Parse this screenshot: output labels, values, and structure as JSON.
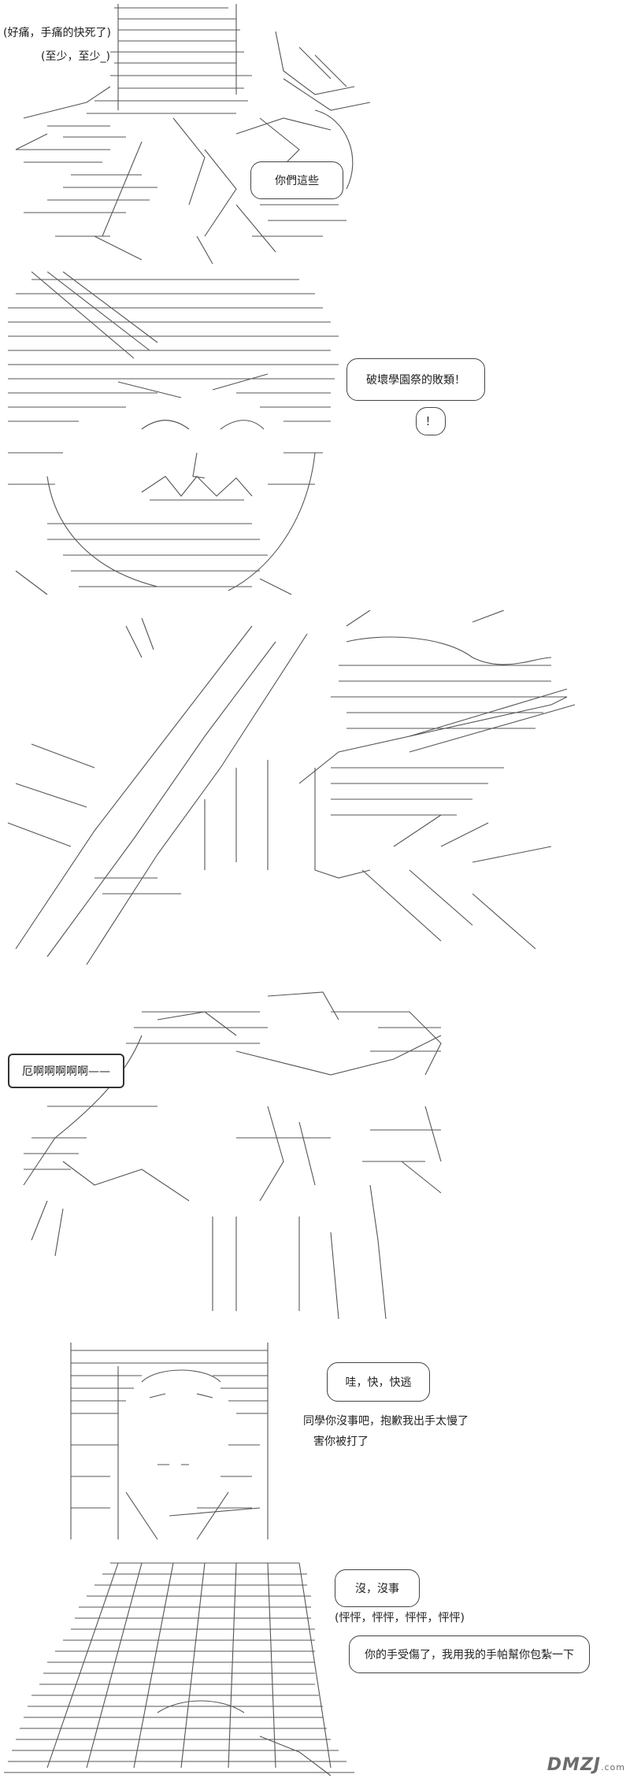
{
  "panels": [
    {
      "texts": {
        "thought1": "(好痛，手痛的快死了)",
        "thought2": "(至少，至少_)",
        "speech1": "你們這些"
      }
    },
    {
      "texts": {
        "speech1": "破壞學園祭的敗類！",
        "speech2": "！"
      }
    },
    {
      "texts": {}
    },
    {
      "texts": {
        "speech1": "厄啊啊啊啊啊——"
      }
    },
    {
      "texts": {
        "speech1": "哇，快，快逃",
        "line1": "同學你沒事吧，抱歉我出手太慢了",
        "line2": "害你被打了"
      }
    },
    {
      "texts": {
        "speech1": "沒，沒事",
        "line1": "(怦怦，怦怦，怦怦，怦怦)",
        "speech2": "你的手受傷了，我用我的手帕幫你包紮一下"
      }
    }
  ],
  "watermark": {
    "brand": "DMZJ",
    "suffix": ".com"
  }
}
